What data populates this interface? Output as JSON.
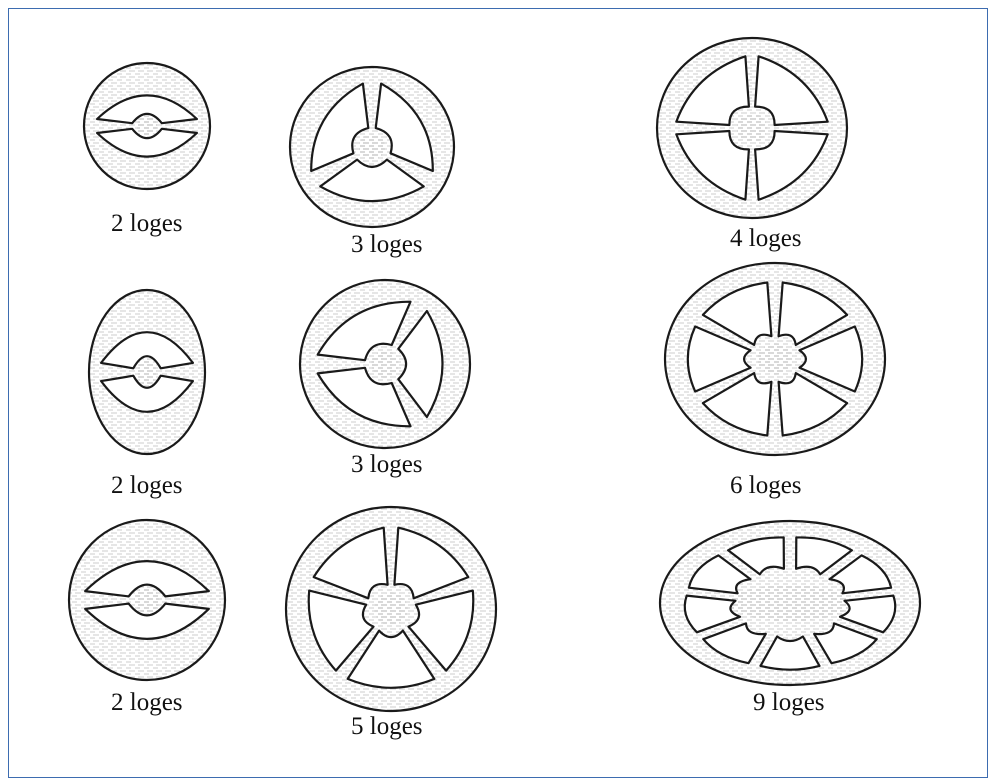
{
  "figure": {
    "sections": [
      {
        "label": "2 loges",
        "locules": 2
      },
      {
        "label": "3 loges",
        "locules": 3
      },
      {
        "label": "4 loges",
        "locules": 4
      },
      {
        "label": "2 loges",
        "locules": 2
      },
      {
        "label": "3 loges",
        "locules": 3
      },
      {
        "label": "6 loges",
        "locules": 6
      },
      {
        "label": "2 loges",
        "locules": 2
      },
      {
        "label": "5 loges",
        "locules": 5
      },
      {
        "label": "9 loges",
        "locules": 9
      }
    ]
  }
}
